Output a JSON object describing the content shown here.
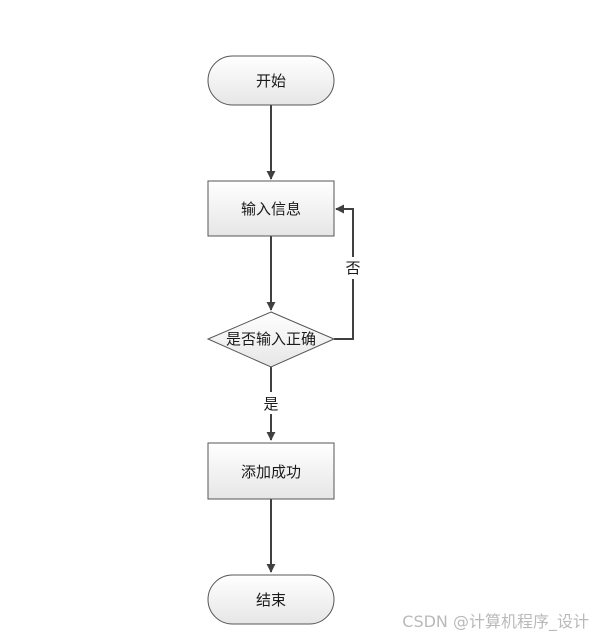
{
  "nodes": {
    "start": "开始",
    "input": "输入信息",
    "decision": "是否输入正确",
    "success": "添加成功",
    "end": "结束"
  },
  "edges": {
    "no_label": "否",
    "yes_label": "是"
  },
  "watermark": "CSDN @计算机程序_设计"
}
